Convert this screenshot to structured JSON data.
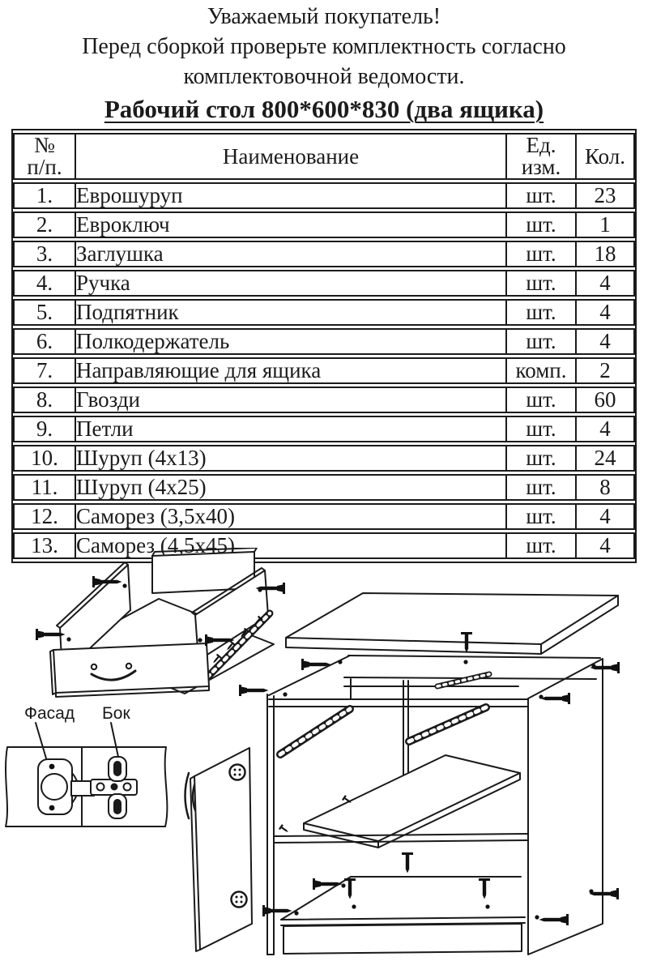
{
  "document": {
    "header": {
      "line1": "Уважаемый покупатель!",
      "line2": "Перед сборкой проверьте комплектность согласно",
      "line3": "комплектовочной ведомости.",
      "title": "Рабочий стол 800*600*830 (два ящика)"
    }
  },
  "table": {
    "header": {
      "num_top": "№",
      "num_bottom": "п/п.",
      "name": "Наименование",
      "unit_top": "Ед.",
      "unit_bottom": "изм.",
      "qty": "Кол."
    },
    "rows": [
      {
        "num": "1.",
        "name": "Еврошуруп",
        "unit": "шт.",
        "qty": "23"
      },
      {
        "num": "2.",
        "name": "Евроключ",
        "unit": "шт.",
        "qty": "1"
      },
      {
        "num": "3.",
        "name": "Заглушка",
        "unit": "шт.",
        "qty": "18"
      },
      {
        "num": "4.",
        "name": "Ручка",
        "unit": "шт.",
        "qty": "4"
      },
      {
        "num": "5.",
        "name": "Подпятник",
        "unit": "шт.",
        "qty": "4"
      },
      {
        "num": "6.",
        "name": "Полкодержатель",
        "unit": "шт.",
        "qty": "4"
      },
      {
        "num": "7.",
        "name": "Направляющие для ящика",
        "unit": "комп.",
        "qty": "2"
      },
      {
        "num": "8.",
        "name": "Гвозди",
        "unit": "шт.",
        "qty": "60"
      },
      {
        "num": "9.",
        "name": "Петли",
        "unit": "шт.",
        "qty": "4"
      },
      {
        "num": "10.",
        "name": "Шуруп  (4х13)",
        "unit": "шт.",
        "qty": "24"
      },
      {
        "num": "11.",
        "name": "Шуруп  (4х25)",
        "unit": "шт.",
        "qty": "8"
      },
      {
        "num": "12.",
        "name": "Саморез  (3,5х40)",
        "unit": "шт.",
        "qty": "4"
      },
      {
        "num": "13.",
        "name": "Саморез  (4,5х45)",
        "unit": "шт.",
        "qty": "4"
      }
    ]
  },
  "diagram": {
    "labels": {
      "facade": "Фасад",
      "side": "Бок"
    },
    "line_color": "#1a1a1a"
  }
}
